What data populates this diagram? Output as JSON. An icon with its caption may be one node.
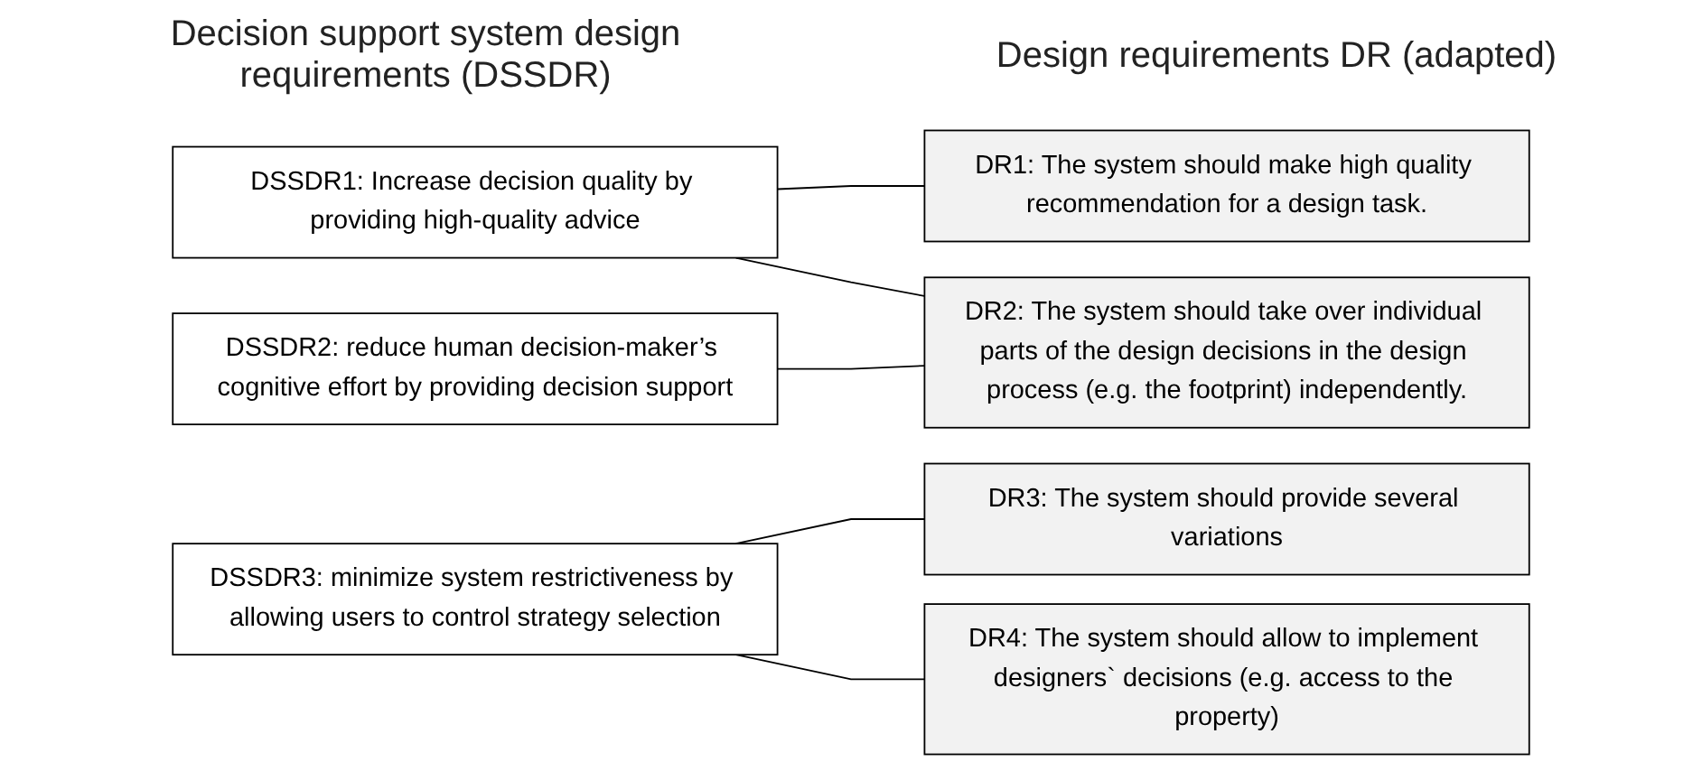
{
  "diagram": {
    "nodes": [
      {
        "text": [
          "DSSDR1: Increase decision quality by providing high-quality advice"
        ]
      },
      {
        "text": [
          "DSSDR2: reduce human decision-maker’s cognitive effort by providing decision support"
        ]
      },
      {
        "text": [
          "DSSDR3: minimize system restrictiveness by allowing users to control strategy selection"
        ]
      },
      {
        "text": [
          "DR1: The system should make high quality recommendation for a design task."
        ]
      },
      {
        "text": [
          "DR2: The system should take over individual parts of the design decisions in the design process (e.g. the footprint) independently."
        ]
      },
      {
        "text": [
          "DR3: The system should provide several variations"
        ]
      },
      {
        "text": [
          "DR4: The system should allow to implement designers` decisions (e.g. access to the property)"
        ]
      }
    ],
    "edges": [
      {
        "from": 0,
        "to": 3,
        "arrow": "none"
      },
      {
        "from": 0,
        "to": 4,
        "arrow": "none"
      },
      {
        "from": 1,
        "to": 4,
        "arrow": "none"
      },
      {
        "from": 2,
        "to": 5,
        "arrow": "none"
      },
      {
        "from": 2,
        "to": 6,
        "arrow": "none"
      }
    ],
    "labels": [
      "Decision support system design requirements (DSSDR)",
      "Design requirements DR (adapted)"
    ]
  }
}
